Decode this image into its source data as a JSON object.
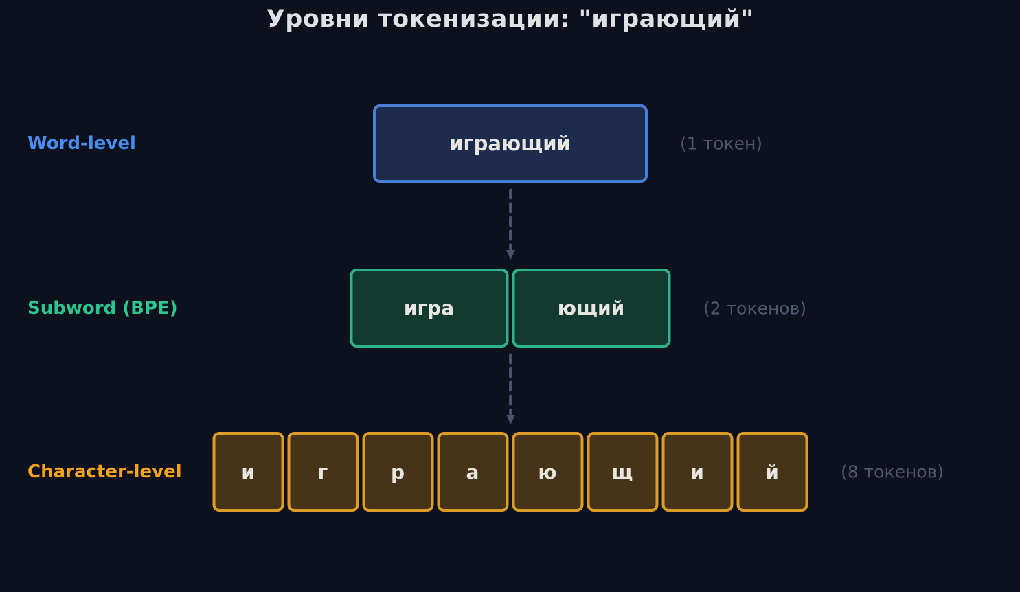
{
  "title": "Уровни токенизации: \"играющий\"",
  "colors": {
    "background": "#0d111d",
    "word_accent": "#4a8df5",
    "word_box_fill": "#1d2b4d",
    "word_box_border": "#4a7fd6",
    "subword_accent": "#2ec58f",
    "subword_box_fill": "#123a30",
    "subword_box_border": "#2bb489",
    "char_accent": "#f5a31f",
    "char_box_fill": "#463418",
    "char_box_border": "#dd9c29",
    "count_text": "#4b586e",
    "arrow": "#475569",
    "token_text": "#e8e6e1",
    "title_text": "#dfe1e4"
  },
  "rows": [
    {
      "label": "Word-level",
      "tokens": [
        "играющий"
      ],
      "count": "(1 токен)"
    },
    {
      "label": "Subword (BPE)",
      "tokens": [
        "игра",
        "ющий"
      ],
      "count": "(2 токенов)"
    },
    {
      "label": "Character-level",
      "tokens": [
        "и",
        "г",
        "р",
        "а",
        "ю",
        "щ",
        "и",
        "й"
      ],
      "count": "(8 токенов)"
    }
  ],
  "arrows": [
    "word-to-subword",
    "subword-to-character"
  ]
}
